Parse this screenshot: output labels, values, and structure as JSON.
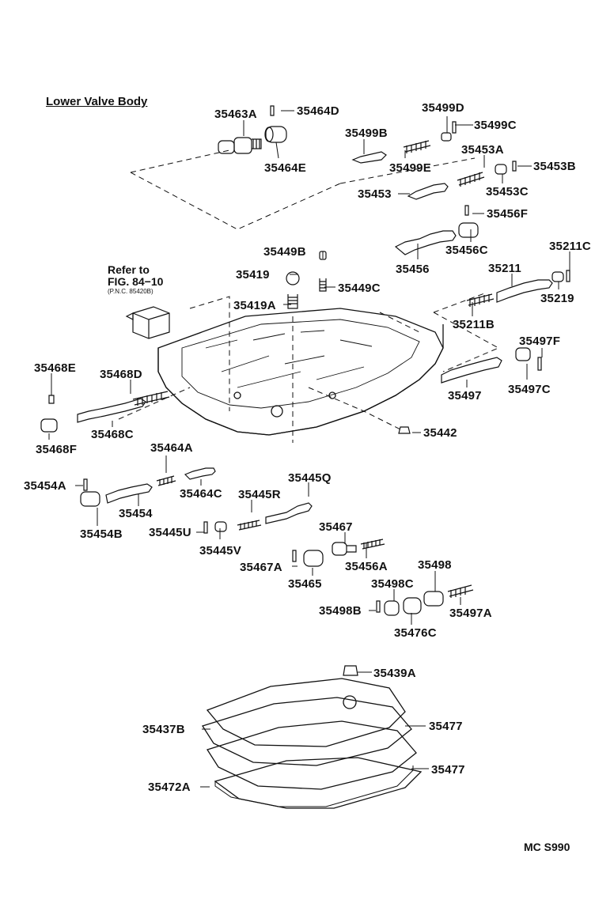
{
  "title": "Lower Valve Body",
  "reference": {
    "line1": "Refer to",
    "line2": "FIG. 84−10",
    "line3": "(P.N.C. 85420B)"
  },
  "diagram_code": "MC  S990",
  "labels": [
    {
      "id": "35463A",
      "text": "35463A"
    },
    {
      "id": "35464D",
      "text": "35464D"
    },
    {
      "id": "35464E",
      "text": "35464E"
    },
    {
      "id": "35499D",
      "text": "35499D"
    },
    {
      "id": "35499C",
      "text": "35499C"
    },
    {
      "id": "35499B",
      "text": "35499B"
    },
    {
      "id": "35499E",
      "text": "35499E"
    },
    {
      "id": "35453A",
      "text": "35453A"
    },
    {
      "id": "35453B",
      "text": "35453B"
    },
    {
      "id": "35453",
      "text": "35453"
    },
    {
      "id": "35453C",
      "text": "35453C"
    },
    {
      "id": "35456F",
      "text": "35456F"
    },
    {
      "id": "35456",
      "text": "35456"
    },
    {
      "id": "35456C",
      "text": "35456C"
    },
    {
      "id": "35449B",
      "text": "35449B"
    },
    {
      "id": "35419",
      "text": "35419"
    },
    {
      "id": "35449C",
      "text": "35449C"
    },
    {
      "id": "35419A",
      "text": "35419A"
    },
    {
      "id": "35211C",
      "text": "35211C"
    },
    {
      "id": "35211",
      "text": "35211"
    },
    {
      "id": "35219",
      "text": "35219"
    },
    {
      "id": "35211B",
      "text": "35211B"
    },
    {
      "id": "35497F",
      "text": "35497F"
    },
    {
      "id": "35497",
      "text": "35497"
    },
    {
      "id": "35497C",
      "text": "35497C"
    },
    {
      "id": "35468E",
      "text": "35468E"
    },
    {
      "id": "35468D",
      "text": "35468D"
    },
    {
      "id": "35468C",
      "text": "35468C"
    },
    {
      "id": "35468F",
      "text": "35468F"
    },
    {
      "id": "35442",
      "text": "35442"
    },
    {
      "id": "35464A",
      "text": "35464A"
    },
    {
      "id": "35454A",
      "text": "35454A"
    },
    {
      "id": "35464C",
      "text": "35464C"
    },
    {
      "id": "35445Q",
      "text": "35445Q"
    },
    {
      "id": "35445R",
      "text": "35445R"
    },
    {
      "id": "35454",
      "text": "35454"
    },
    {
      "id": "35454B",
      "text": "35454B"
    },
    {
      "id": "35445U",
      "text": "35445U"
    },
    {
      "id": "35445V",
      "text": "35445V"
    },
    {
      "id": "35467",
      "text": "35467"
    },
    {
      "id": "35467A",
      "text": "35467A"
    },
    {
      "id": "35456A",
      "text": "35456A"
    },
    {
      "id": "35465",
      "text": "35465"
    },
    {
      "id": "35498",
      "text": "35498"
    },
    {
      "id": "35498C",
      "text": "35498C"
    },
    {
      "id": "35498B",
      "text": "35498B"
    },
    {
      "id": "35476C",
      "text": "35476C"
    },
    {
      "id": "35497A",
      "text": "35497A"
    },
    {
      "id": "35439A",
      "text": "35439A"
    },
    {
      "id": "35477a",
      "text": "35477"
    },
    {
      "id": "35437B",
      "text": "35437B"
    },
    {
      "id": "35477b",
      "text": "35477"
    },
    {
      "id": "35472A",
      "text": "35472A"
    }
  ]
}
